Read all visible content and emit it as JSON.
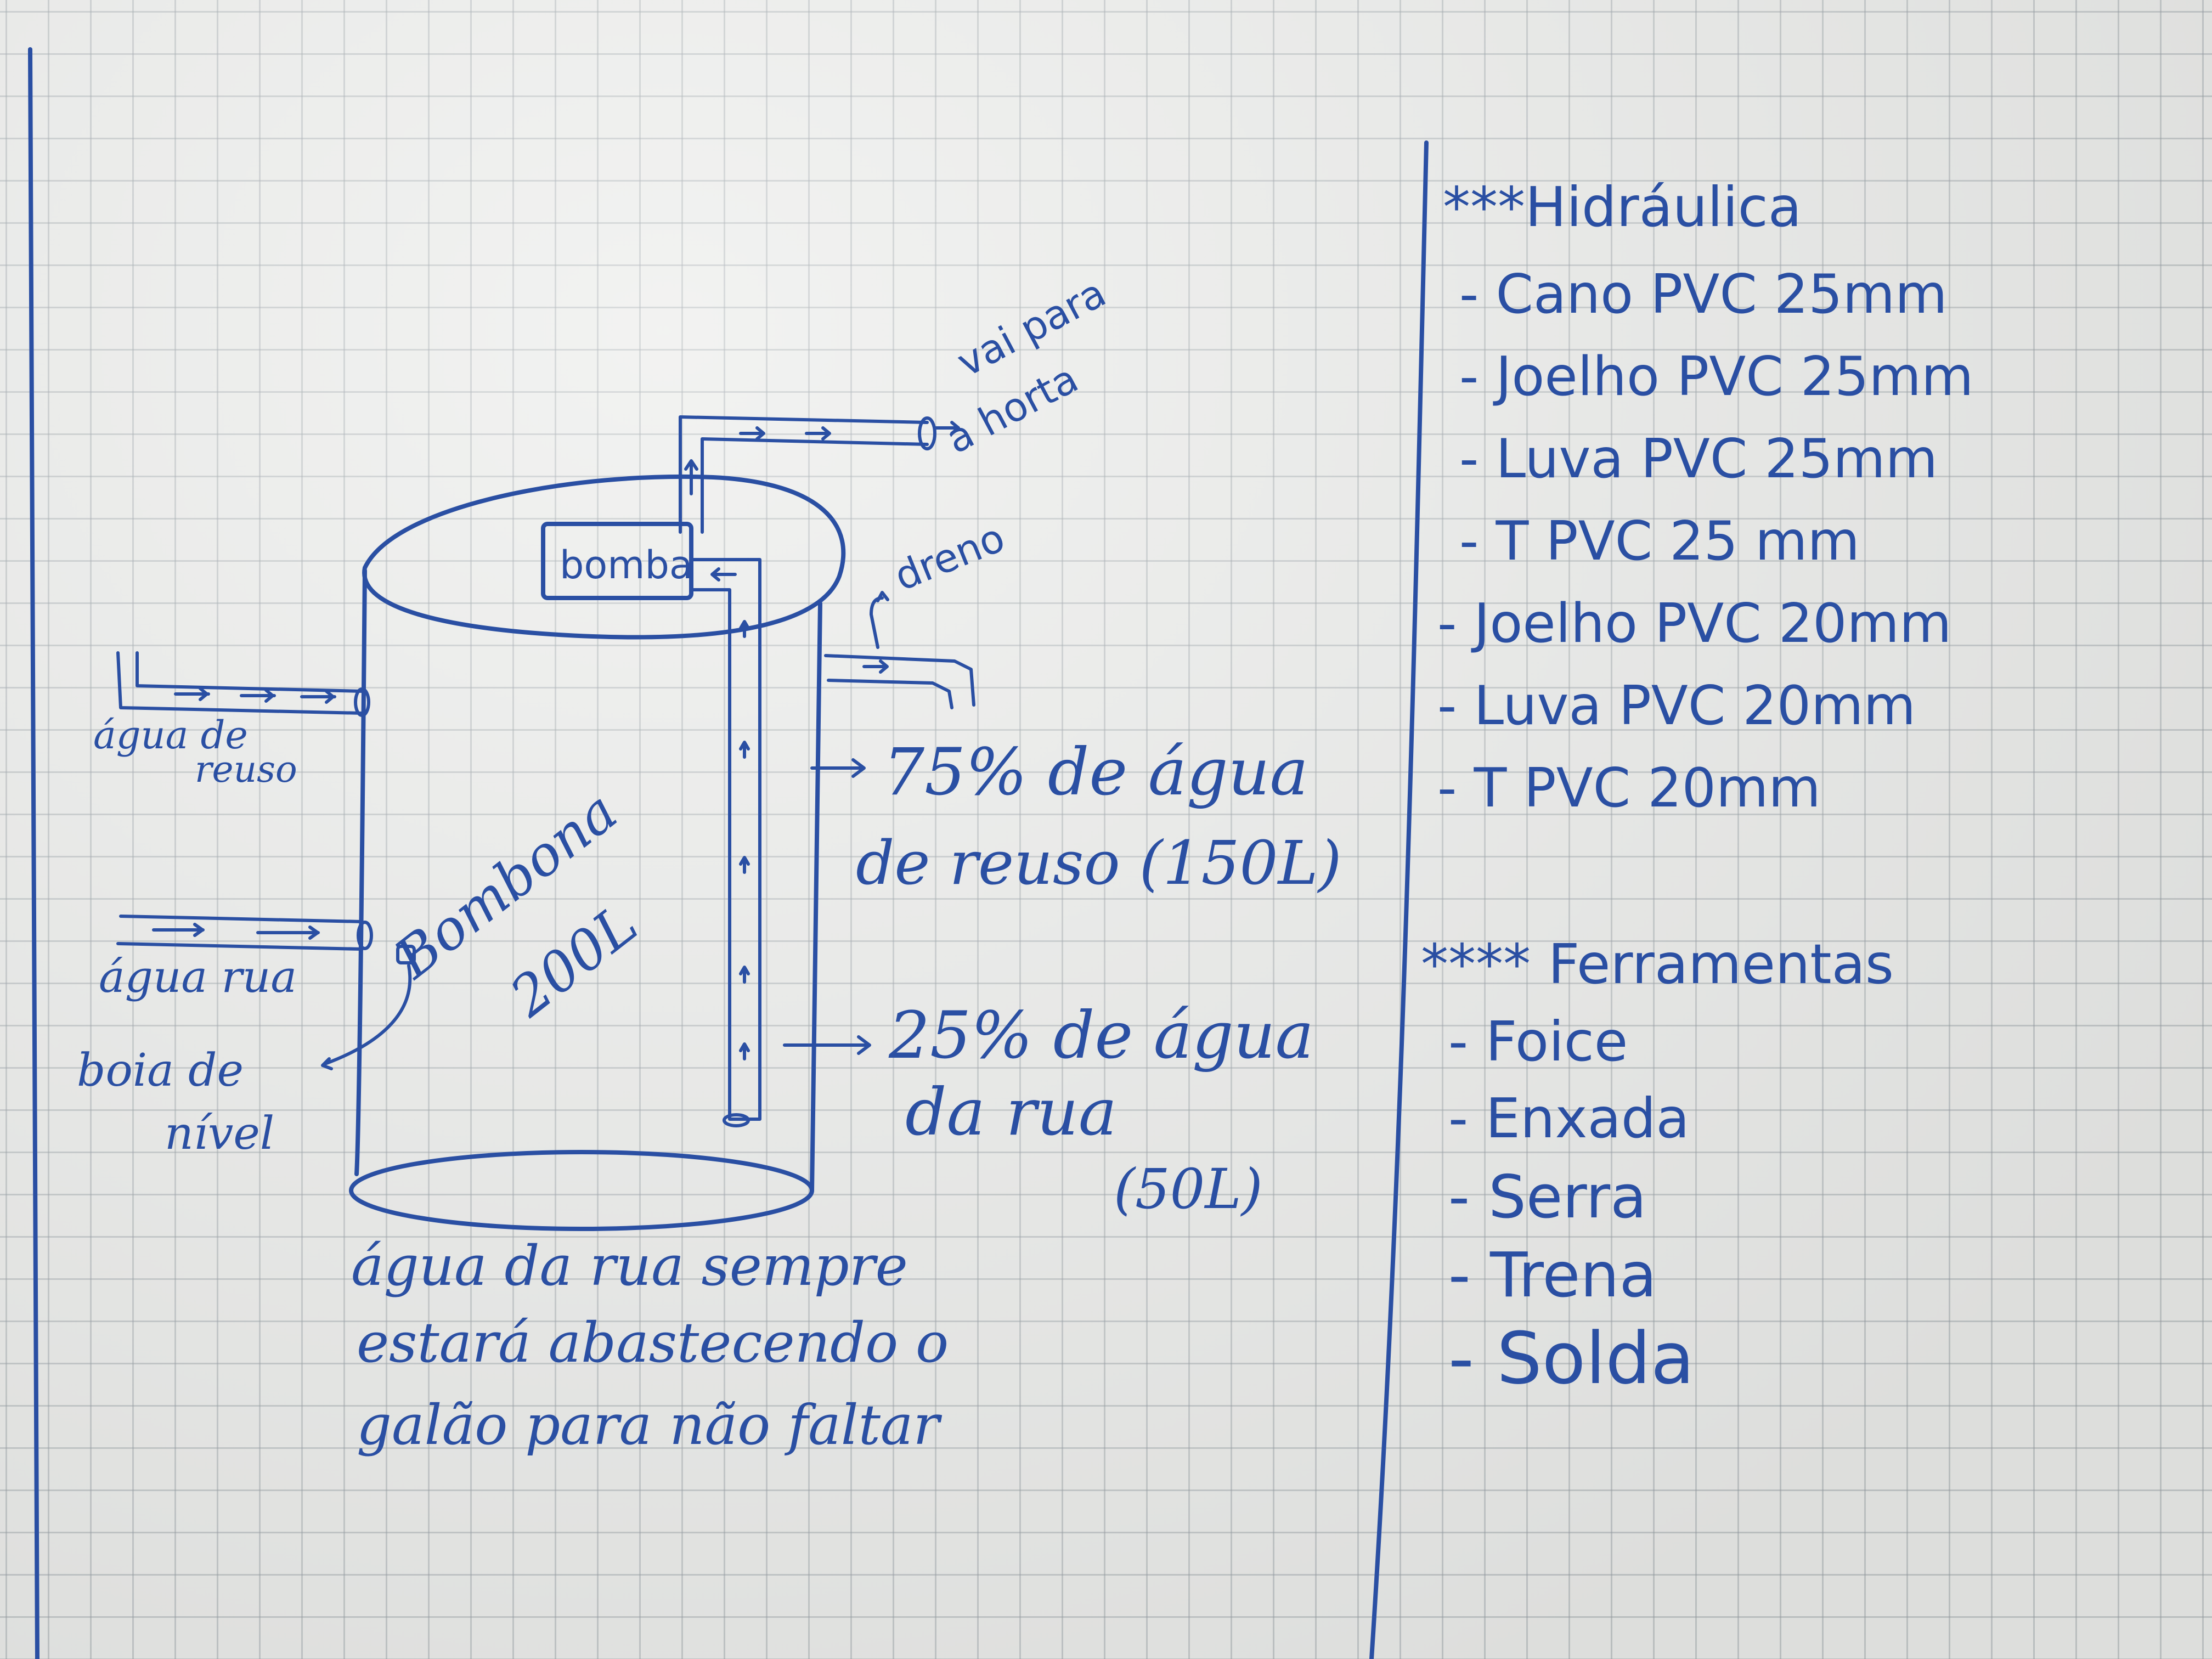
{
  "diagram": {
    "tank_label": "Bombona",
    "tank_capacity": "200L",
    "pump_label": "bomba",
    "outlet_label_line1": "vai para",
    "outlet_label_line2": "a horta",
    "drain_label": "dreno",
    "reuse_inlet_label_line1": "água de",
    "reuse_inlet_label_line2": "reuso",
    "street_inlet_label": "água rua",
    "float_label_line1": "boia de",
    "float_label_line2": "nível",
    "reuse_share_line1": "75% de água",
    "reuse_share_line2": "de reuso (150L)",
    "street_share_line1": "25% de água",
    "street_share_line2": "da rua",
    "street_share_line3": "(50L)",
    "note_line1": "água da rua sempre",
    "note_line2": "estará abastecendo o",
    "note_line3": "galão para não faltar"
  },
  "materials": {
    "hydraulics_heading": "***Hidráulica",
    "hydraulics_items": [
      "- Cano PVC 25mm",
      "- Joelho PVC 25mm",
      "- Luva PVC 25mm",
      "- T PVC 25 mm",
      "- Joelho PVC 20mm",
      "- Luva PVC 20mm",
      "- T PVC 20mm"
    ],
    "tools_heading": "**** Ferramentas",
    "tools_items": [
      "- Foice",
      "- Enxada",
      "- Serra",
      "- Trena",
      "- Solda"
    ]
  },
  "colors": {
    "ink": "#2a4fa3",
    "board": "#ebecea",
    "grid": "#969ea5"
  }
}
